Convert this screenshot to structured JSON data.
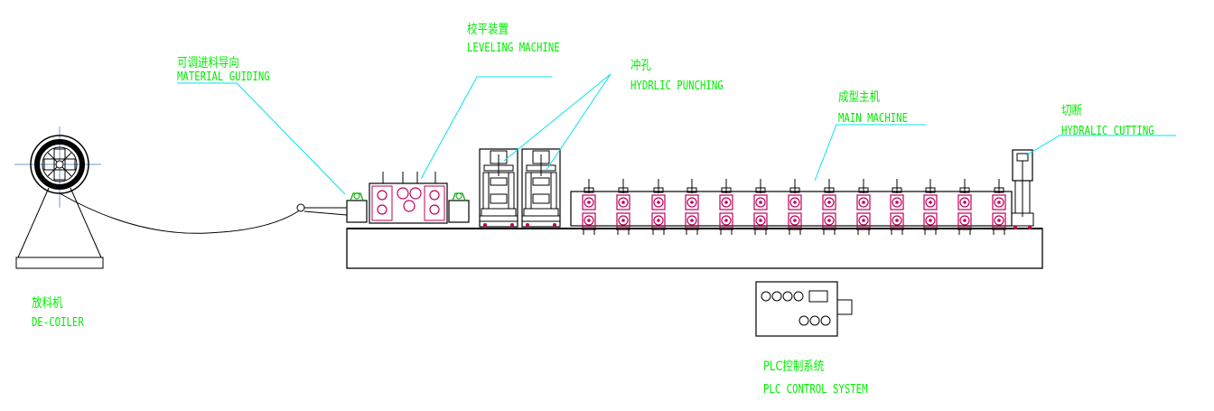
{
  "colors": {
    "background": "#ffffff",
    "outline": "#000000",
    "leader": "#00e5ee",
    "label": "#00ee00",
    "roller": "#c0005a"
  },
  "labels": {
    "material_guiding": {
      "zh": "可调进料导向",
      "en": "MATERIAL GUIDING"
    },
    "leveling_machine": {
      "zh": "校平装置",
      "en": "LEVELING MACHINE"
    },
    "hydraulic_punching": {
      "zh": "冲孔",
      "en": "HYDRLIC PUNCHING"
    },
    "main_machine": {
      "zh": "成型主机",
      "en": "MAIN MACHINE"
    },
    "hydraulic_cutting": {
      "zh": "切断",
      "en": "HYDRALIC CUTTING"
    },
    "de_coiler": {
      "zh": "放料机",
      "en": "DE-COILER"
    },
    "plc_control": {
      "zh": "PLC控制系统",
      "en": "PLC CONTROL SYSTEM"
    }
  }
}
